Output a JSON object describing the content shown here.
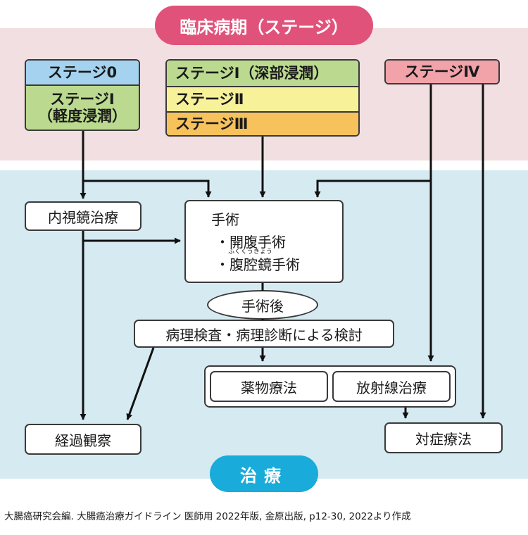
{
  "header": {
    "stage_label": "臨床病期（ステージ）"
  },
  "stages": {
    "stage0": "ステージ0",
    "stage1_mild_title": "ステージⅠ",
    "stage1_mild_note": "（軽度浸潤）",
    "stage1_deep": "ステージⅠ（深部浸潤）",
    "stage2": "ステージⅡ",
    "stage3": "ステージⅢ",
    "stage4": "ステージⅣ"
  },
  "treatments": {
    "endoscopic": "内視鏡治療",
    "surgery_title": "手術",
    "surgery_open": "・開腹手術",
    "surgery_laparo_prefix": "・",
    "surgery_laparo": "腹腔鏡手術",
    "surgery_laparo_ruby": "ふくくうきょう",
    "post_surgery": "手術後",
    "pathology": "病理検査・病理診断による検討",
    "chemo": "薬物療法",
    "radiation": "放射線治療",
    "observation": "経過観察",
    "symptomatic": "対症療法"
  },
  "footer": {
    "treatment_label": "治療",
    "source": "大腸癌研究会編. 大腸癌治療ガイドライン 医師用 2022年版, 金原出版, p12-30, 2022より作成"
  },
  "colors": {
    "stage_pill": "#e0527a",
    "treatment_pill": "#19abd9",
    "stage_band": "#f1dfe1",
    "treatment_band": "#d6eaf2",
    "stage0": "#a4d2ef",
    "stage1": "#bcda8f",
    "stage2": "#f7f19a",
    "stage3": "#f7c25b",
    "stage4": "#f2a3aa"
  }
}
